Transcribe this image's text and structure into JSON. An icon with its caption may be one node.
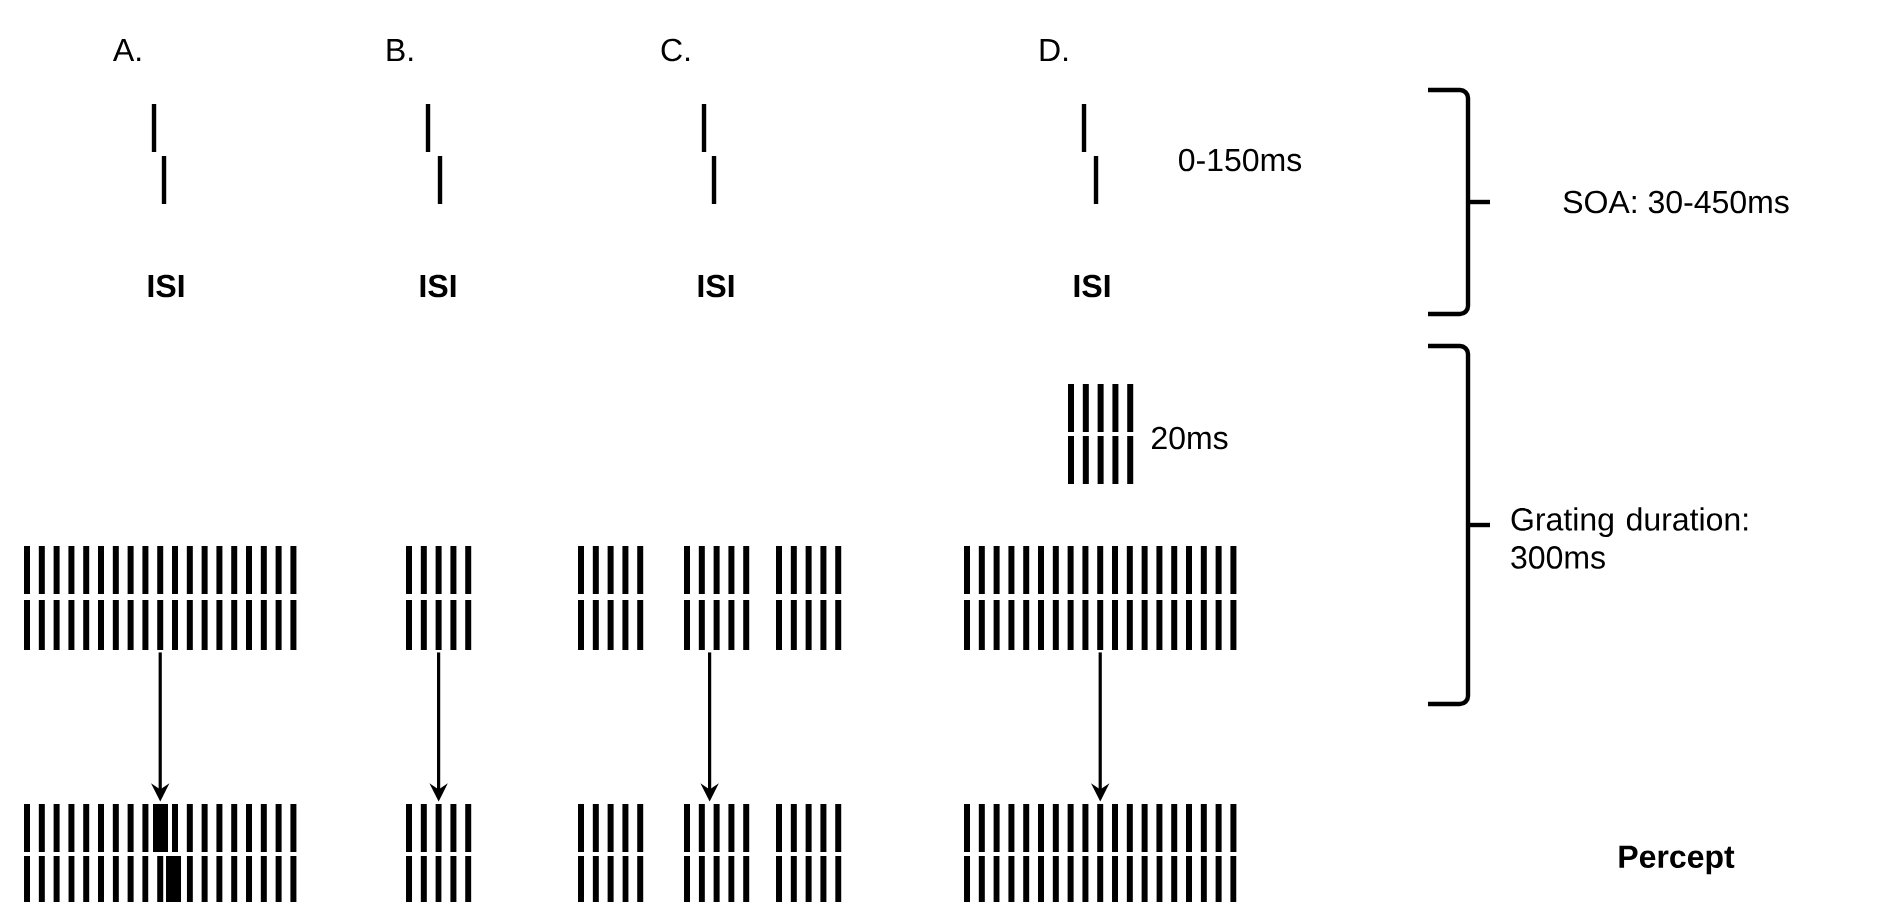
{
  "diagram": {
    "nodes": [
      {
        "text": [],
        "shape": "grating",
        "beside": [
          "20ms"
        ]
      },
      {
        "text": [],
        "shape": "grating"
      },
      {
        "text": [],
        "shape": "grating"
      },
      {
        "text": [],
        "shape": "grating"
      },
      {
        "text": [],
        "shape": "grating"
      },
      {
        "text": [],
        "shape": "grating"
      },
      {
        "text": [],
        "shape": "grating"
      },
      {
        "text": [],
        "shape": "grating"
      },
      {
        "text": [],
        "shape": "grating"
      }
    ],
    "edges": [
      {
        "from": 1,
        "to": 5,
        "arrow": "to"
      },
      {
        "from": 2,
        "to": 6,
        "arrow": "to"
      },
      {
        "from": 3,
        "to": 7,
        "arrow": "to"
      },
      {
        "from": 4,
        "to": 8,
        "arrow": "to"
      }
    ],
    "labels": [
      "A.",
      "B.",
      "C.",
      "D.",
      "0-150ms",
      "SOA: 30-450ms",
      "ISI",
      "ISI",
      "ISI",
      "ISI",
      "Grating duration: 300ms",
      "Percept"
    ]
  }
}
